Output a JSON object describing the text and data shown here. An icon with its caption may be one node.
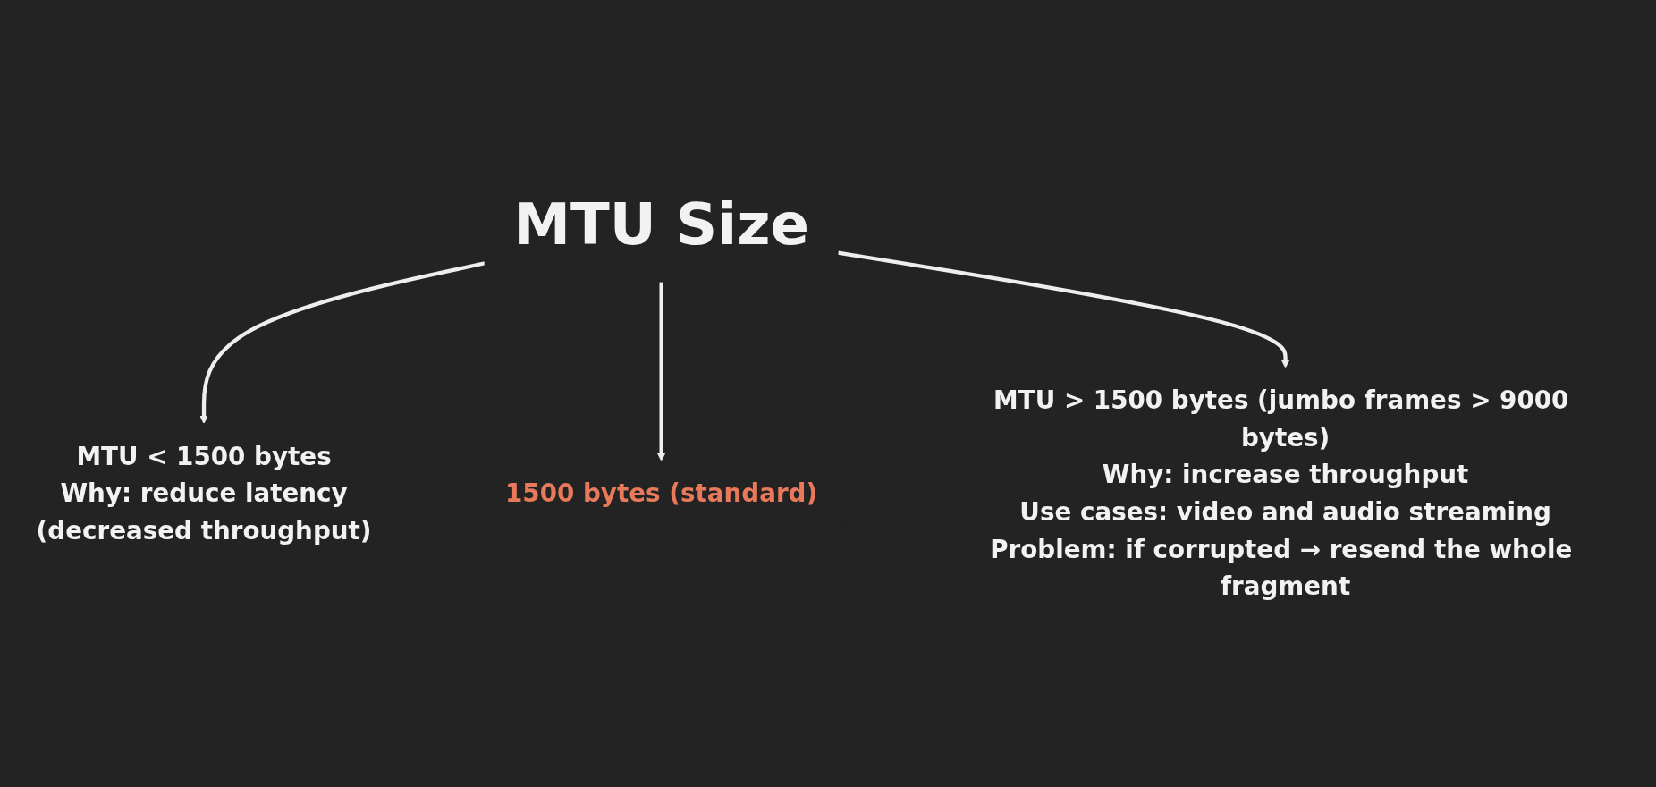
{
  "diagram": {
    "nodes": [
      {
        "text": [
          "MTU Size"
        ]
      },
      {
        "text": [
          "1500 bytes (standard)"
        ]
      },
      {
        "text": [
          "MTU < 1500 bytes",
          "Why: reduce latency",
          "(decreased throughput)"
        ]
      },
      {
        "text": [
          "MTU > 1500 bytes (jumbo frames > 9000 bytes)",
          "Why: increase throughput",
          "Use cases: video and audio streaming",
          "Problem: if corrupted → resend the whole fragment"
        ]
      }
    ],
    "edges": [
      {
        "from": 0,
        "to": 2,
        "arrow": "to"
      },
      {
        "from": 0,
        "to": 1,
        "arrow": "to"
      },
      {
        "from": 0,
        "to": 3,
        "arrow": "to"
      }
    ]
  }
}
